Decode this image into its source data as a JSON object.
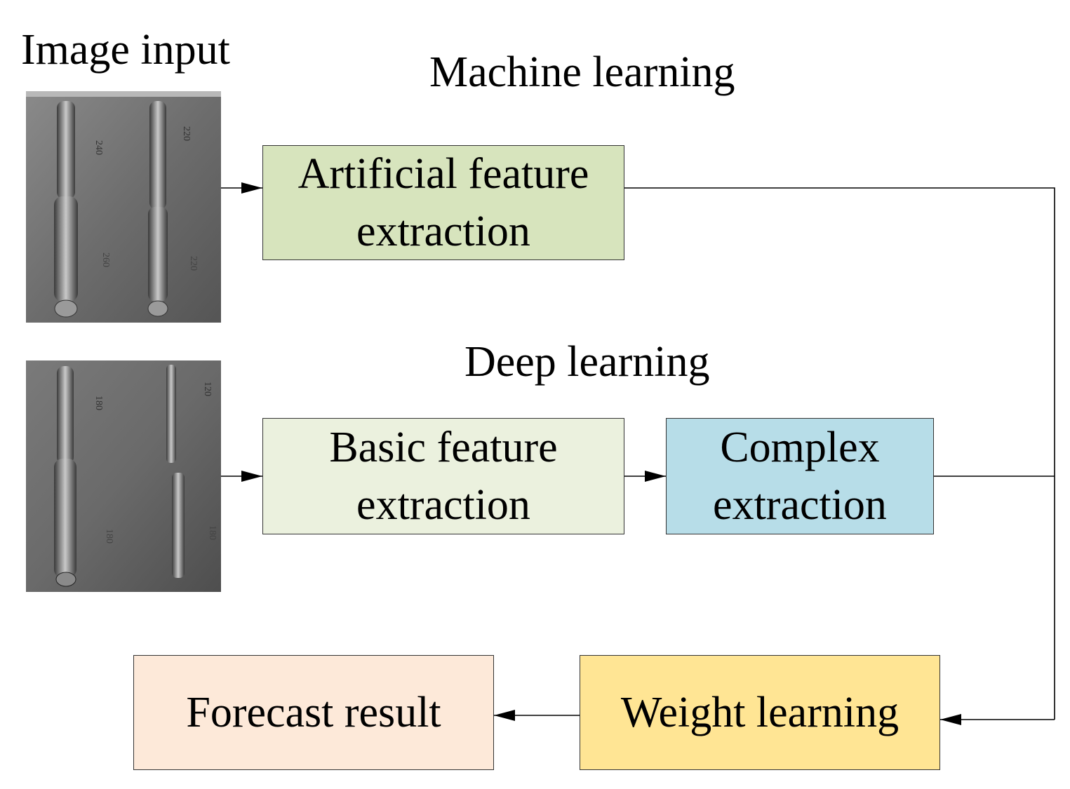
{
  "labels": {
    "image_input": "Image input",
    "machine_learning": "Machine learning",
    "deep_learning": "Deep learning"
  },
  "boxes": {
    "artificial": {
      "line1": "Artificial feature",
      "line2": "extraction",
      "fill": "#d7e4bd"
    },
    "basic": {
      "line1": "Basic feature",
      "line2": "extraction",
      "fill": "#ebf1de"
    },
    "complex": {
      "line1": "Complex",
      "line2": "extraction",
      "fill": "#b7dde8"
    },
    "weight": {
      "line1": "Weight learning",
      "fill": "#ffe594"
    },
    "forecast": {
      "line1": "Forecast result",
      "fill": "#fde9d9"
    }
  },
  "photos": {
    "top": {
      "marks": [
        "240",
        "220",
        "260",
        "220"
      ]
    },
    "bottom": {
      "marks": [
        "180",
        "120",
        "180",
        "180"
      ]
    }
  },
  "colors": {
    "line": "#000000",
    "border": "#333333"
  }
}
